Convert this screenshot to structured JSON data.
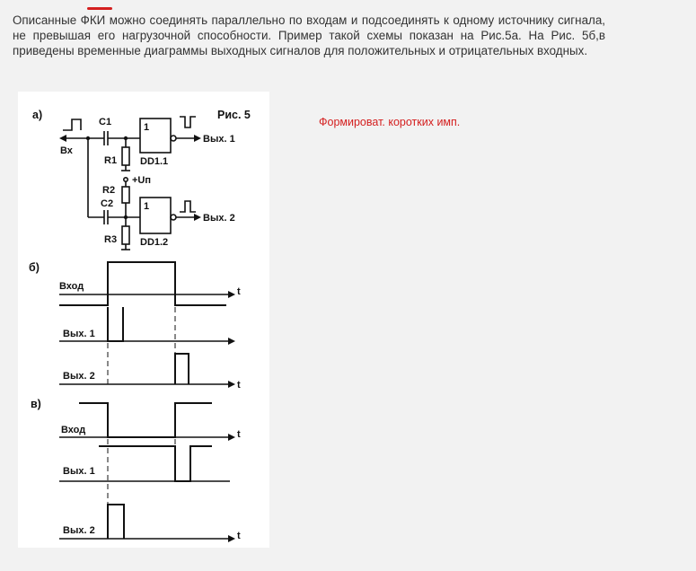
{
  "text": {
    "paragraph": "Описанные ФКИ можно соединять параллельно по входам и подсоединять к одному источнику сигнала, не превышая его нагрузочной способности. Пример такой схемы показан на Рис.5а. На Рис. 5б,в приведены временные диаграммы выходных сигналов для положительных и отрицательных входных.",
    "caption": "Формироват. коротких имп."
  },
  "figure": {
    "fig_label": "Рис. 5",
    "section_a": "а)",
    "section_b": "б)",
    "section_c": "в)",
    "c1": "C1",
    "c2": "C2",
    "r1": "R1",
    "r2": "R2",
    "r3": "R3",
    "input": "Вх",
    "supply": "+Uп",
    "dd1_1": "DD1.1",
    "dd1_2": "DD1.2",
    "gate_one": "1",
    "out1_arrow": "Вых. 1",
    "out2_arrow": "Вых. 2",
    "trace_in": "Вход",
    "trace_out1": "Вых. 1",
    "trace_out2": "Вых. 2",
    "time_axis": "t"
  },
  "colors": {
    "text": "#333333",
    "caption": "#d41f1f",
    "background": "#f2f2f2",
    "figure_bg": "#ffffff"
  }
}
